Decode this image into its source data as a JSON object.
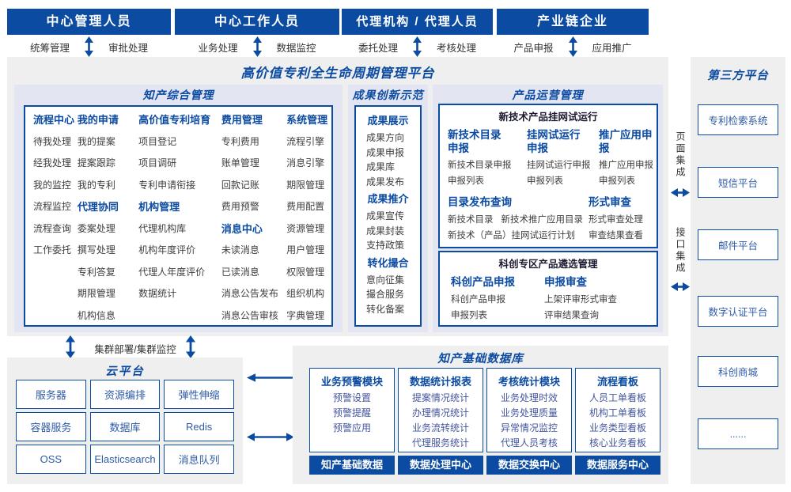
{
  "colors": {
    "primary_blue": "#0b4ba1",
    "panel_gray": "#efefef",
    "section_lavender": "#e3e6f2",
    "item_text": "#3e3e3e",
    "module_item_text": "#44569e"
  },
  "actors": [
    {
      "title": "中心管理人员",
      "left_label": "统筹管理",
      "right_label": "审批处理"
    },
    {
      "title": "中心工作人员",
      "left_label": "业务处理",
      "right_label": "数据监控"
    },
    {
      "title": "代理机构 / 代理人员",
      "left_label": "委托处理",
      "right_label": "考核处理"
    },
    {
      "title": "产业链企业",
      "left_label": "产品申报",
      "right_label": "应用推广"
    }
  ],
  "platform_title": "高价值专利全生命周期管理平台",
  "ip_mgmt": {
    "title": "知产综合管理",
    "groups": [
      {
        "header": "流程中心",
        "items": [
          "待我处理",
          "经我处理",
          "我的监控",
          "流程监控",
          "流程查询",
          "工作委托"
        ]
      },
      {
        "header": "我的申请",
        "items": [
          "我的提案",
          "提案跟踪",
          "我的专利"
        ],
        "header2": "代理协同",
        "items2": [
          "委案处理",
          "撰写处理",
          "专利答复",
          "期限管理",
          "机构信息"
        ]
      },
      {
        "header": "高价值专利培育",
        "items": [
          "项目登记",
          "项目调研",
          "专利申请衔接"
        ],
        "header2": "机构管理",
        "items2": [
          "代理机构库",
          "机构年度评价",
          "代理人年度评价",
          "数据统计"
        ]
      },
      {
        "header": "费用管理",
        "items": [
          "专利费用",
          "账单管理",
          "回款记账",
          "费用预警"
        ],
        "header2": "消息中心",
        "items2": [
          "未读消息",
          "已读消息",
          "消息公告发布",
          "消息公告审核"
        ]
      },
      {
        "header": "系统管理",
        "items": [
          "流程引擎",
          "消息引擎",
          "期限管理",
          "费用配置",
          "资源管理",
          "用户管理",
          "权限管理",
          "组织机构",
          "字典管理"
        ]
      }
    ]
  },
  "achievement": {
    "title": "成果创新示范",
    "groups": [
      {
        "header": "成果展示",
        "items": [
          "成果方向",
          "成果申报",
          "成果库",
          "成果发布"
        ]
      },
      {
        "header": "成果推介",
        "items": [
          "成果宣传",
          "成果封装",
          "支持政策"
        ]
      },
      {
        "header": "转化撮合",
        "items": [
          "意向征集",
          "撮合服务",
          "转化备案"
        ]
      }
    ]
  },
  "product_ops": {
    "title": "产品运营管理",
    "box1": {
      "title": "新技术产品挂网试运行",
      "cols": [
        {
          "header": "新技术目录申报",
          "items": [
            "新技术目录申报",
            "申报列表"
          ]
        },
        {
          "header": "挂网试运行申报",
          "items": [
            "挂网试运行申报",
            "申报列表"
          ]
        },
        {
          "header": "推广应用申报",
          "items": [
            "推广应用申报",
            "申报列表"
          ]
        }
      ],
      "catalog": {
        "header": "目录发布查询",
        "row1": [
          "新技术目录",
          "新技术推广应用目录"
        ],
        "row2": "新技术（产品）挂网试运行计划"
      },
      "review": {
        "header": "形式审查",
        "items": [
          "形式审查处理",
          "审查结果查看"
        ]
      }
    },
    "box2": {
      "title": "科创专区产品遴选管理",
      "cols": [
        {
          "header": "科创产品申报",
          "items": [
            "科创产品申报",
            "申报列表"
          ]
        },
        {
          "header": "申报审查",
          "items": [
            "上架评审形式审查",
            "评审结果查询"
          ]
        }
      ]
    }
  },
  "third_party": {
    "title": "第三方平台",
    "items": [
      "专利检索系统",
      "短信平台",
      "邮件平台",
      "数字认证平台",
      "科创商城",
      "......"
    ]
  },
  "integration": {
    "page": "页面集成",
    "api": "接口集成"
  },
  "cluster_label": "集群部署/集群监控",
  "cloud": {
    "title": "云平台",
    "items": [
      "服务器",
      "资源编排",
      "弹性伸缩",
      "容器服务",
      "数据库",
      "Redis",
      "OSS",
      "Elasticsearch",
      "消息队列"
    ]
  },
  "data_platform": {
    "title": "知产基础数据库",
    "modules": [
      {
        "header": "业务预警模块",
        "items": [
          "预警设置",
          "预警提醒",
          "预警应用"
        ]
      },
      {
        "header": "数据统计报表",
        "items": [
          "提案情况统计",
          "办理情况统计",
          "业务流转统计",
          "代理服务统计"
        ]
      },
      {
        "header": "考核统计模块",
        "items": [
          "业务处理时效",
          "业务处理质量",
          "异常情况监控",
          "代理人员考核"
        ]
      },
      {
        "header": "流程看板",
        "items": [
          "人员工单看板",
          "机构工单看板",
          "业务类型看板",
          "核心业务看板"
        ]
      }
    ],
    "bases": [
      "知产基础数据",
      "数据处理中心",
      "数据交换中心",
      "数据服务中心"
    ]
  }
}
